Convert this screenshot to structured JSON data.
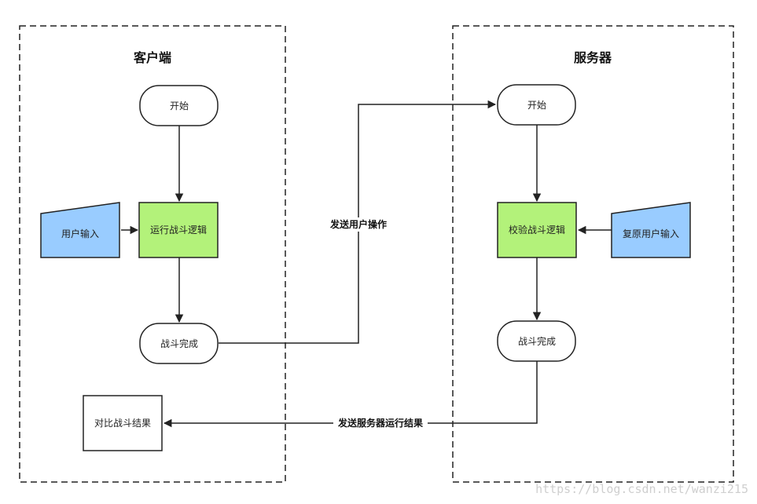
{
  "client": {
    "title": "客户端",
    "start": "开始",
    "user_input": "用户输入",
    "run_logic": "运行战斗逻辑",
    "battle_done": "战斗完成",
    "compare": "对比战斗结果"
  },
  "server": {
    "title": "服务器",
    "start": "开始",
    "verify_logic": "校验战斗逻辑",
    "restore_input": "复原用户输入",
    "battle_done": "战斗完成"
  },
  "edges": {
    "send_user_ops": "发送用户操作",
    "send_server_result": "发送服务器运行结果"
  },
  "colors": {
    "logic_fill": "#b3f27a",
    "input_fill": "#99ccff",
    "stroke": "#222222"
  },
  "watermark": "https://blog.csdn.net/wanzi215"
}
